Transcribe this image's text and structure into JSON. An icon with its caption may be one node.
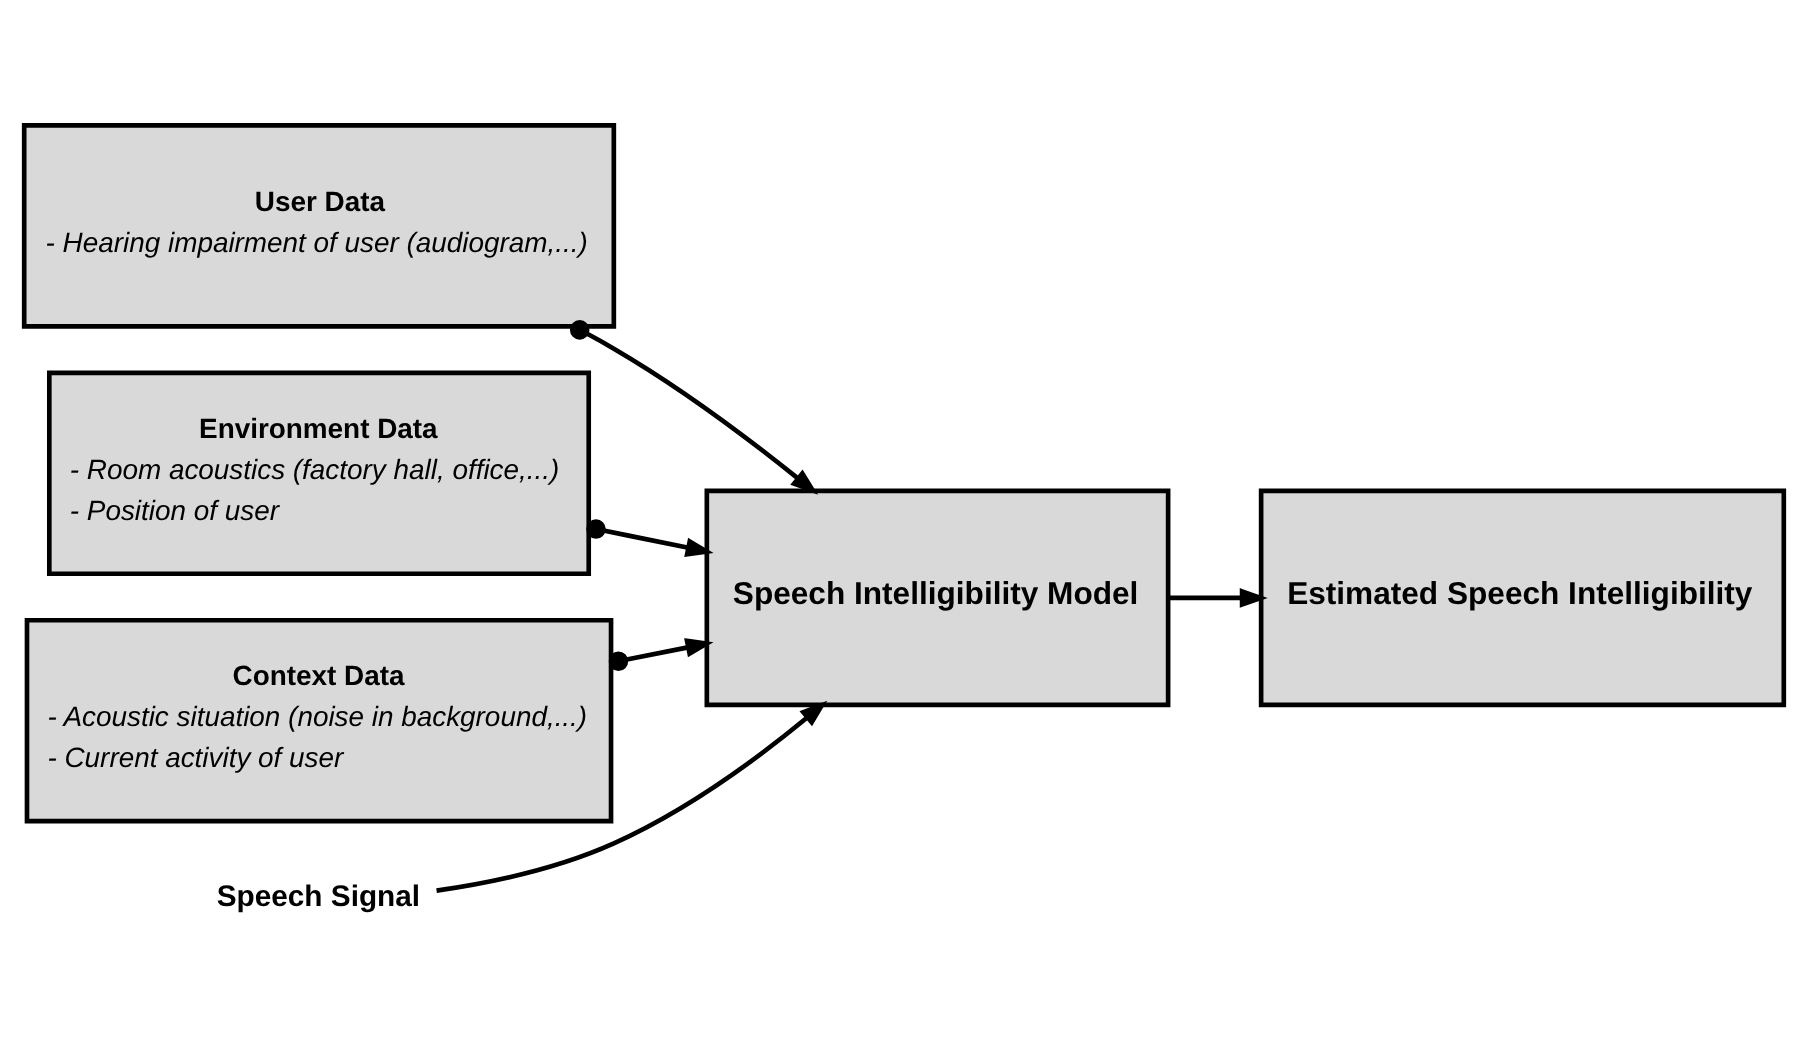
{
  "diagram": {
    "nodes": [
      {
        "text": [
          "User Data",
          "- Hearing impairment of user (audiogram,...)"
        ]
      },
      {
        "text": [
          "Environment Data",
          "- Room acoustics (factory hall, office,...)",
          "- Position of user"
        ]
      },
      {
        "text": [
          "Context Data",
          "- Acoustic situation (noise in background,...)",
          "- Current activity of user"
        ]
      },
      {
        "text": [
          "Speech Signal"
        ]
      },
      {
        "text": [
          "Speech Intelligibility Model"
        ]
      },
      {
        "text": [
          "Estimated Speech Intelligibility"
        ]
      }
    ],
    "edges": [
      {
        "from": 0,
        "to": 4,
        "arrow": "to"
      },
      {
        "from": 1,
        "to": 4,
        "arrow": "to"
      },
      {
        "from": 2,
        "to": 4,
        "arrow": "to"
      },
      {
        "from": 3,
        "to": 4,
        "arrow": "to"
      },
      {
        "from": 4,
        "to": 5,
        "arrow": "to"
      }
    ]
  }
}
